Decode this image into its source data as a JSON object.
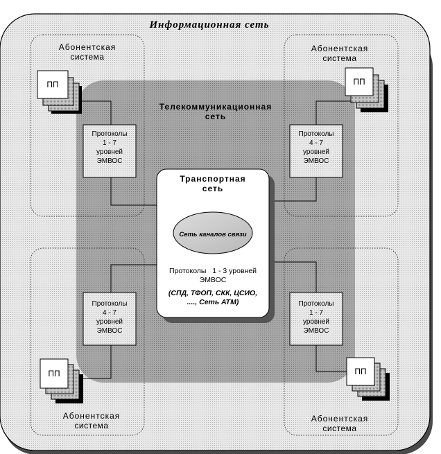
{
  "info_network": {
    "title": "Информационная сеть"
  },
  "telecom_network": {
    "title_line1": "Телекоммуникационная",
    "title_line2": "сеть"
  },
  "transport_network": {
    "title_line1": "Транспортная",
    "title_line2": "сеть",
    "channels_label": "Сеть каналов связи",
    "protocols_line1": "Протоколы   1 - 3 уровней",
    "protocols_line2": "ЭМВОС",
    "examples_line1": "(СПД, ТФОП, СКК, ЦСИО,",
    "examples_line2": "...., Сеть АТМ)"
  },
  "subscriber_systems": [
    {
      "label_line1": "Абонентская",
      "label_line2": "система",
      "pp": "ПП",
      "protocols": [
        "Протоколы",
        "1 - 7",
        "уровней",
        "ЭМВОС"
      ]
    },
    {
      "label_line1": "Абонентская",
      "label_line2": "система",
      "pp": "ПП",
      "protocols": [
        "Протоколы",
        "4 - 7",
        "уровней",
        "ЭМВОС"
      ]
    },
    {
      "label_line1": "Абонентская",
      "label_line2": "система",
      "pp": "ПП",
      "protocols": [
        "Протоколы",
        "4 - 7",
        "уровней",
        "ЭМВОС"
      ]
    },
    {
      "label_line1": "Абонентская",
      "label_line2": "система",
      "pp": "ПП",
      "protocols": [
        "Протоколы",
        "1 - 7",
        "уровней",
        "ЭМВОС"
      ]
    }
  ]
}
